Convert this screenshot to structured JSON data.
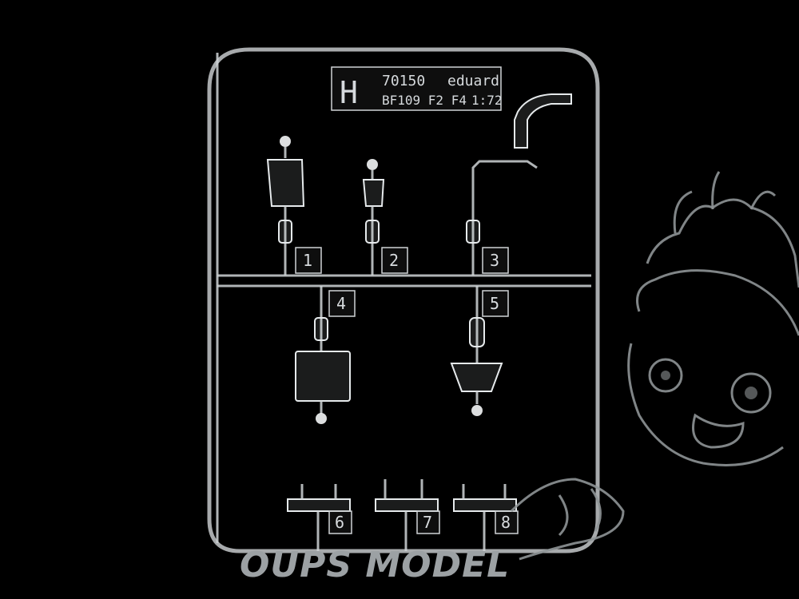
{
  "plate": {
    "letter": "H",
    "code": "70150",
    "brand": "eduard",
    "kit": "BF109 F2 F4",
    "scale": "1:72"
  },
  "part_numbers": [
    "1",
    "2",
    "3",
    "4",
    "5",
    "6",
    "7",
    "8"
  ],
  "watermark": {
    "text": "OUPS MODEL"
  }
}
